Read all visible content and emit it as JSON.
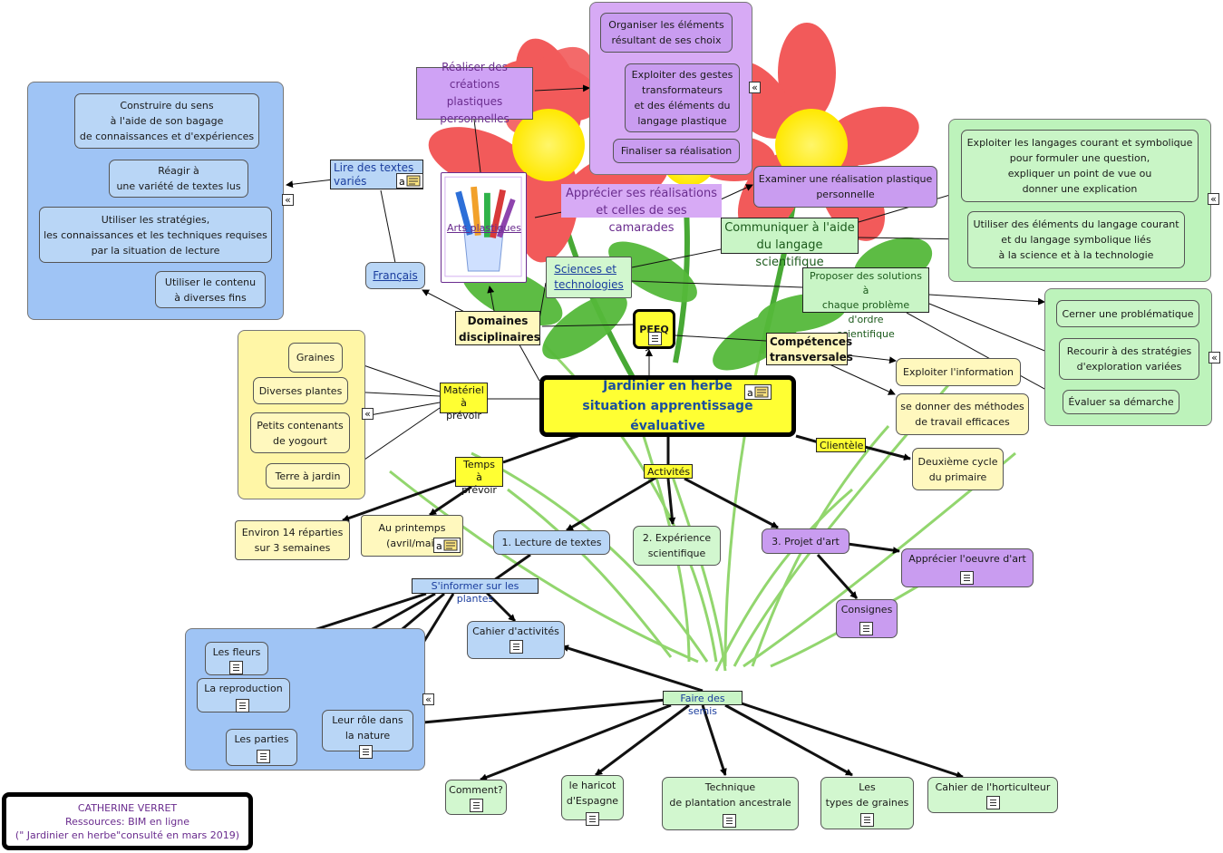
{
  "center": {
    "line1": "Jardinier en herbe",
    "line2": "situation apprentissage évaluative"
  },
  "branches": {
    "pfeq": "PFEQ",
    "domaines": "Domaines\ndisciplinaires",
    "competences": "Compétences\ntransversales",
    "materiel": "Matériel\nà prévoir",
    "temps": "Temps\nà prévoir",
    "activites": "Activités",
    "clientele": "Clientèle"
  },
  "francais": {
    "label": "Français",
    "lire": "Lire des textes\nvariés",
    "items": [
      "Construire du sens\nà l'aide de son bagage\nde connaissances et d'expériences",
      "Réagir à\nune variété de textes lus",
      "Utiliser les stratégies,\nles connaissances et les techniques requises\npar la situation de lecture",
      "Utiliser le contenu\nà diverses fins"
    ]
  },
  "arts": {
    "label": "Arts plastiques",
    "realiser": "Réaliser des\ncréations plastiques\npersonnelles",
    "realiser_items": [
      "Organiser les éléments\nrésultant de ses choix",
      "Exploiter des gestes\ntransformateurs\net des éléments du\nlangage plastique",
      "Finaliser sa réalisation"
    ],
    "apprecier": "Apprécier ses réalisations\net celles de ses camarades",
    "examiner": "Examiner une réalisation plastique\npersonnelle"
  },
  "sciences": {
    "label": "Sciences et\ntechnologies",
    "communiquer": "Communiquer à l'aide\ndu langage scientifique",
    "communiquer_items": [
      "Exploiter les langages courant et symbolique\npour formuler une question,\nexpliquer un point de vue ou\ndonner une explication",
      "Utiliser des éléments du langage courant\net du langage symbolique liés\nà la science et à la technologie"
    ],
    "proposer": "Proposer des solutions à\nchaque problème d'ordre\nscientifique",
    "proposer_items": [
      "Cerner une problématique",
      "Recourir à des stratégies\nd'exploration variées",
      "Évaluer sa démarche"
    ]
  },
  "competences_items": [
    "Exploiter l'information",
    "se donner des méthodes\nde travail efficaces"
  ],
  "materiel_items": [
    "Graines",
    "Diverses plantes",
    "Petits contenants\nde yogourt",
    "Terre à jardin"
  ],
  "temps_items": [
    "Environ 14 réparties\nsur 3 semaines",
    "Au printemps\n(avril/mai)"
  ],
  "clientele_item": "Deuxième cycle\ndu primaire",
  "activities": {
    "a1": "1. Lecture de textes",
    "a2": "2. Expérience\nscientifique",
    "a3": "3. Projet d'art",
    "apprecier_oeuvre": "Apprécier l'oeuvre d'art",
    "consignes": "Consignes",
    "sinformer": "S'informer sur les plantes",
    "cahier": "Cahier d'activités",
    "plantes_items": [
      "Les fleurs",
      "La reproduction",
      "Les parties",
      "Leur rôle dans\nla nature"
    ],
    "semis": "Faire des semis",
    "semis_items": [
      "Comment?",
      "le haricot\nd'Espagne",
      "Technique\nde plantation ancestrale",
      "Les\ntypes de graines",
      "Cahier de l'horticulteur"
    ]
  },
  "credits": {
    "author": "CATHERINE VERRET",
    "source": "Ressources: BIM en ligne",
    "ref": "(\" Jardinier en herbe\"consulté en mars 2019)"
  },
  "colors": {
    "flower_petal": "#f25a5a",
    "flower_center": "#ffee00",
    "leaf": "#55b93a",
    "central_fill": "#ffff33"
  }
}
